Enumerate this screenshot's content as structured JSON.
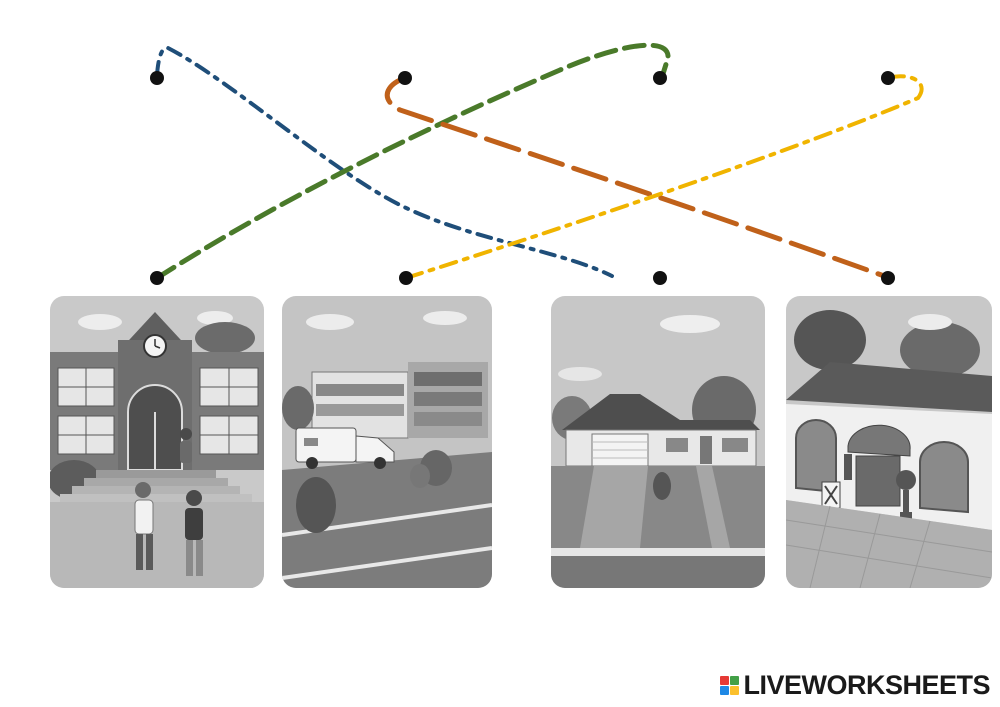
{
  "worksheet": {
    "dots_top": [
      "dot-1",
      "dot-2",
      "dot-3",
      "dot-4"
    ],
    "dots_bottom": [
      "dot-a",
      "dot-b",
      "dot-c",
      "dot-d"
    ],
    "lines": [
      {
        "name": "blue-dash-dot-line",
        "color": "#1f4e79",
        "style": "dash-dot"
      },
      {
        "name": "green-dashed-line",
        "color": "#4a7a2a",
        "style": "dashed"
      },
      {
        "name": "orange-long-dash-line",
        "color": "#c0611a",
        "style": "long-dash"
      },
      {
        "name": "yellow-dash-dot-line",
        "color": "#f0b400",
        "style": "dash-dot"
      }
    ],
    "cards": [
      {
        "name": "school-card",
        "scene": "school-building-with-clock-and-children"
      },
      {
        "name": "hospital-card",
        "scene": "hospital-with-ambulance"
      },
      {
        "name": "house-card",
        "scene": "suburban-house-with-garage"
      },
      {
        "name": "shop-card",
        "scene": "shop-with-awning-and-sign"
      }
    ]
  },
  "brand": {
    "logo_text": "LIVEWORKSHEETS",
    "logo_icon": "liveworksheets-logo-icon",
    "block_colors": [
      "#e53935",
      "#43a047",
      "#1e88e5",
      "#fbc02d"
    ]
  }
}
